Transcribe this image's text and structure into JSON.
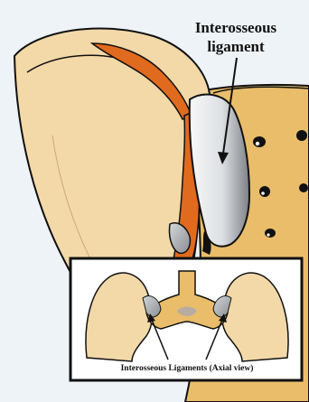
{
  "labels": {
    "main_line1": "Interosseous",
    "main_line2": "ligament",
    "inset_caption": "Interosseous Ligaments (Axial view)"
  },
  "colors": {
    "background": "#eef3f8",
    "bone": "#f3d9a8",
    "sacrum": "#e9bd6a",
    "cartilage_orange": "#e06a1e",
    "ligament": "#e2e5e8",
    "outline": "#111111"
  },
  "icons": [
    "sacral-foramen-dot",
    "label-arrow"
  ]
}
